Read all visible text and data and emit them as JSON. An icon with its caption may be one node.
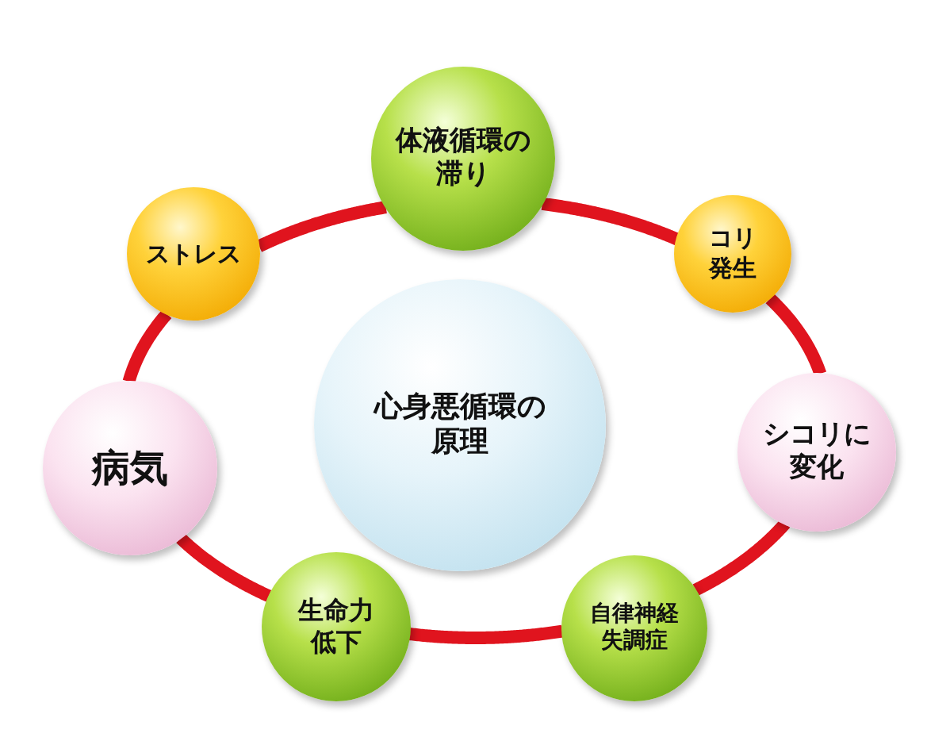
{
  "diagram": {
    "nodes": [
      {
        "text": [
          "体液循環の滞り"
        ]
      },
      {
        "text": [
          "ストレス"
        ]
      },
      {
        "text": [
          "コリ発生"
        ]
      },
      {
        "text": [
          "心身悪循環の原理"
        ]
      },
      {
        "text": [
          "病気"
        ]
      },
      {
        "text": [
          "シコリに変化"
        ]
      },
      {
        "text": [
          "生命力低下"
        ]
      },
      {
        "text": [
          "自律神経失調症"
        ]
      }
    ],
    "edges": [
      {
        "from": 0,
        "to": 2,
        "arrow": "none"
      },
      {
        "from": 2,
        "to": 5,
        "arrow": "none"
      },
      {
        "from": 5,
        "to": 7,
        "arrow": "none"
      },
      {
        "from": 7,
        "to": 6,
        "arrow": "none"
      },
      {
        "from": 6,
        "to": 4,
        "arrow": "none"
      },
      {
        "from": 4,
        "to": 1,
        "arrow": "none"
      },
      {
        "from": 1,
        "to": 0,
        "arrow": "none"
      }
    ]
  }
}
